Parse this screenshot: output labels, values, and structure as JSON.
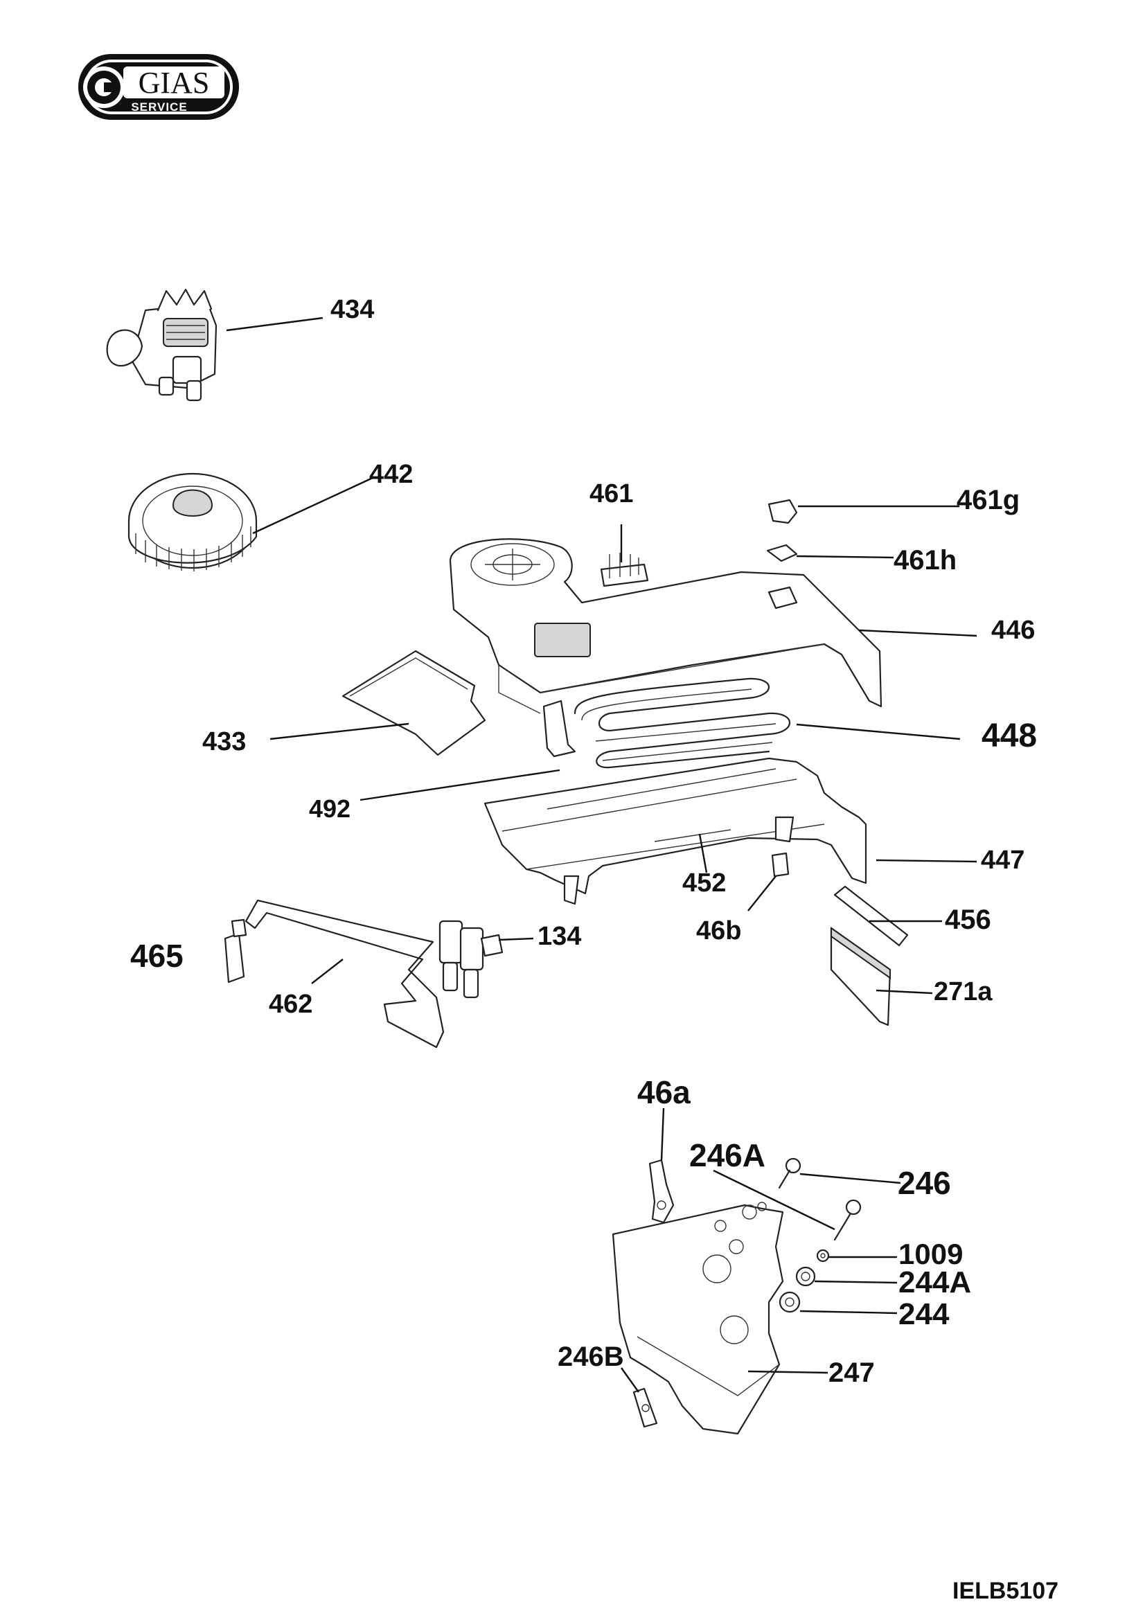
{
  "logo": {
    "brand": "GIAS",
    "subtitle": "SERVICE"
  },
  "drawing_code": "IELB5107",
  "parts": {
    "p434": "434",
    "p442": "442",
    "p461": "461",
    "p461g": "461g",
    "p461h": "461h",
    "p446": "446",
    "p433": "433",
    "p448": "448",
    "p492": "492",
    "p447": "447",
    "p452": "452",
    "p46b": "46b",
    "p456": "456",
    "p465": "465",
    "p462": "462",
    "p134": "134",
    "p271a": "271a",
    "p46a": "46a",
    "p246A": "246A",
    "p246": "246",
    "p1009": "1009",
    "p244A": "244A",
    "p244": "244",
    "p246B": "246B",
    "p247": "247"
  }
}
